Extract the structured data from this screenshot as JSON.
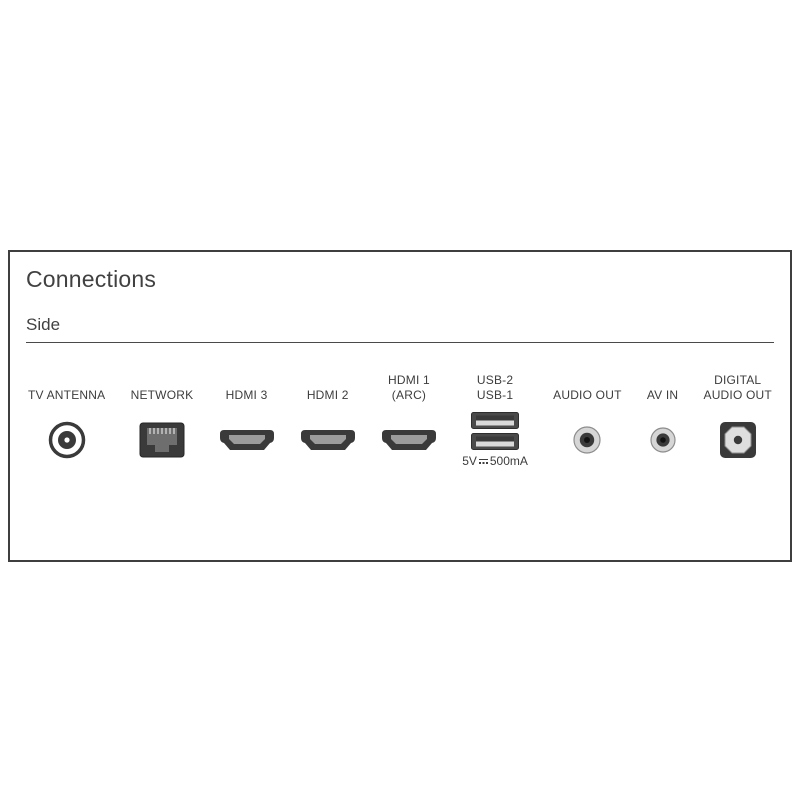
{
  "panel": {
    "title": "Connections",
    "section": "Side"
  },
  "connectors": [
    {
      "label": "TV ANTENNA",
      "type": "coax"
    },
    {
      "label": "NETWORK",
      "type": "rj45"
    },
    {
      "label": "HDMI 3",
      "type": "hdmi"
    },
    {
      "label": "HDMI 2",
      "type": "hdmi"
    },
    {
      "line1": "HDMI 1",
      "line2": "(ARC)",
      "type": "hdmi"
    },
    {
      "line1": "USB-2",
      "line2": "USB-1",
      "type": "usb",
      "power_left": "5V",
      "power_right": "500mA"
    },
    {
      "label": "AUDIO OUT",
      "type": "minijack"
    },
    {
      "label": "AV IN",
      "type": "minijack"
    },
    {
      "line1": "DIGITAL",
      "line2": "AUDIO OUT",
      "type": "toslink"
    }
  ],
  "colors": {
    "outline": "#3f3f3f",
    "connector_dark": "#3a3a3a",
    "connector_light": "#d6d6d6"
  }
}
